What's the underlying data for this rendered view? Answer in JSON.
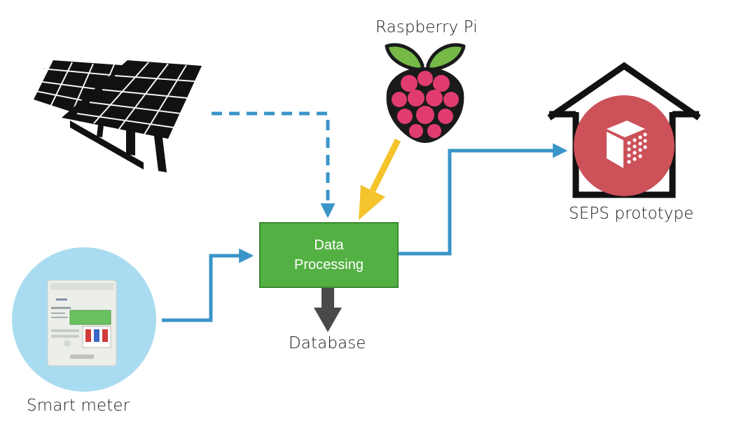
{
  "labels": {
    "raspberry_pi": "Raspberry Pi",
    "seps_prototype": "SEPS prototype",
    "database": "Database",
    "smart_meter": "Smart meter"
  },
  "processing": {
    "line1": "Data",
    "line2": "Processing"
  },
  "colors": {
    "flow_blue": "#3a95c8",
    "pi_arrow_yellow": "#f5c32c",
    "processing_green": "#53b043",
    "database_arrow": "#4a4a4a",
    "seps_circle": "#cc5159",
    "meter_circle": "#a9dcf0"
  },
  "icons": {
    "solar": "solar-panel-icon",
    "pi": "raspberry-pi-icon",
    "house": "house-icon",
    "cube": "cube-icon",
    "meter": "smart-meter-icon"
  }
}
